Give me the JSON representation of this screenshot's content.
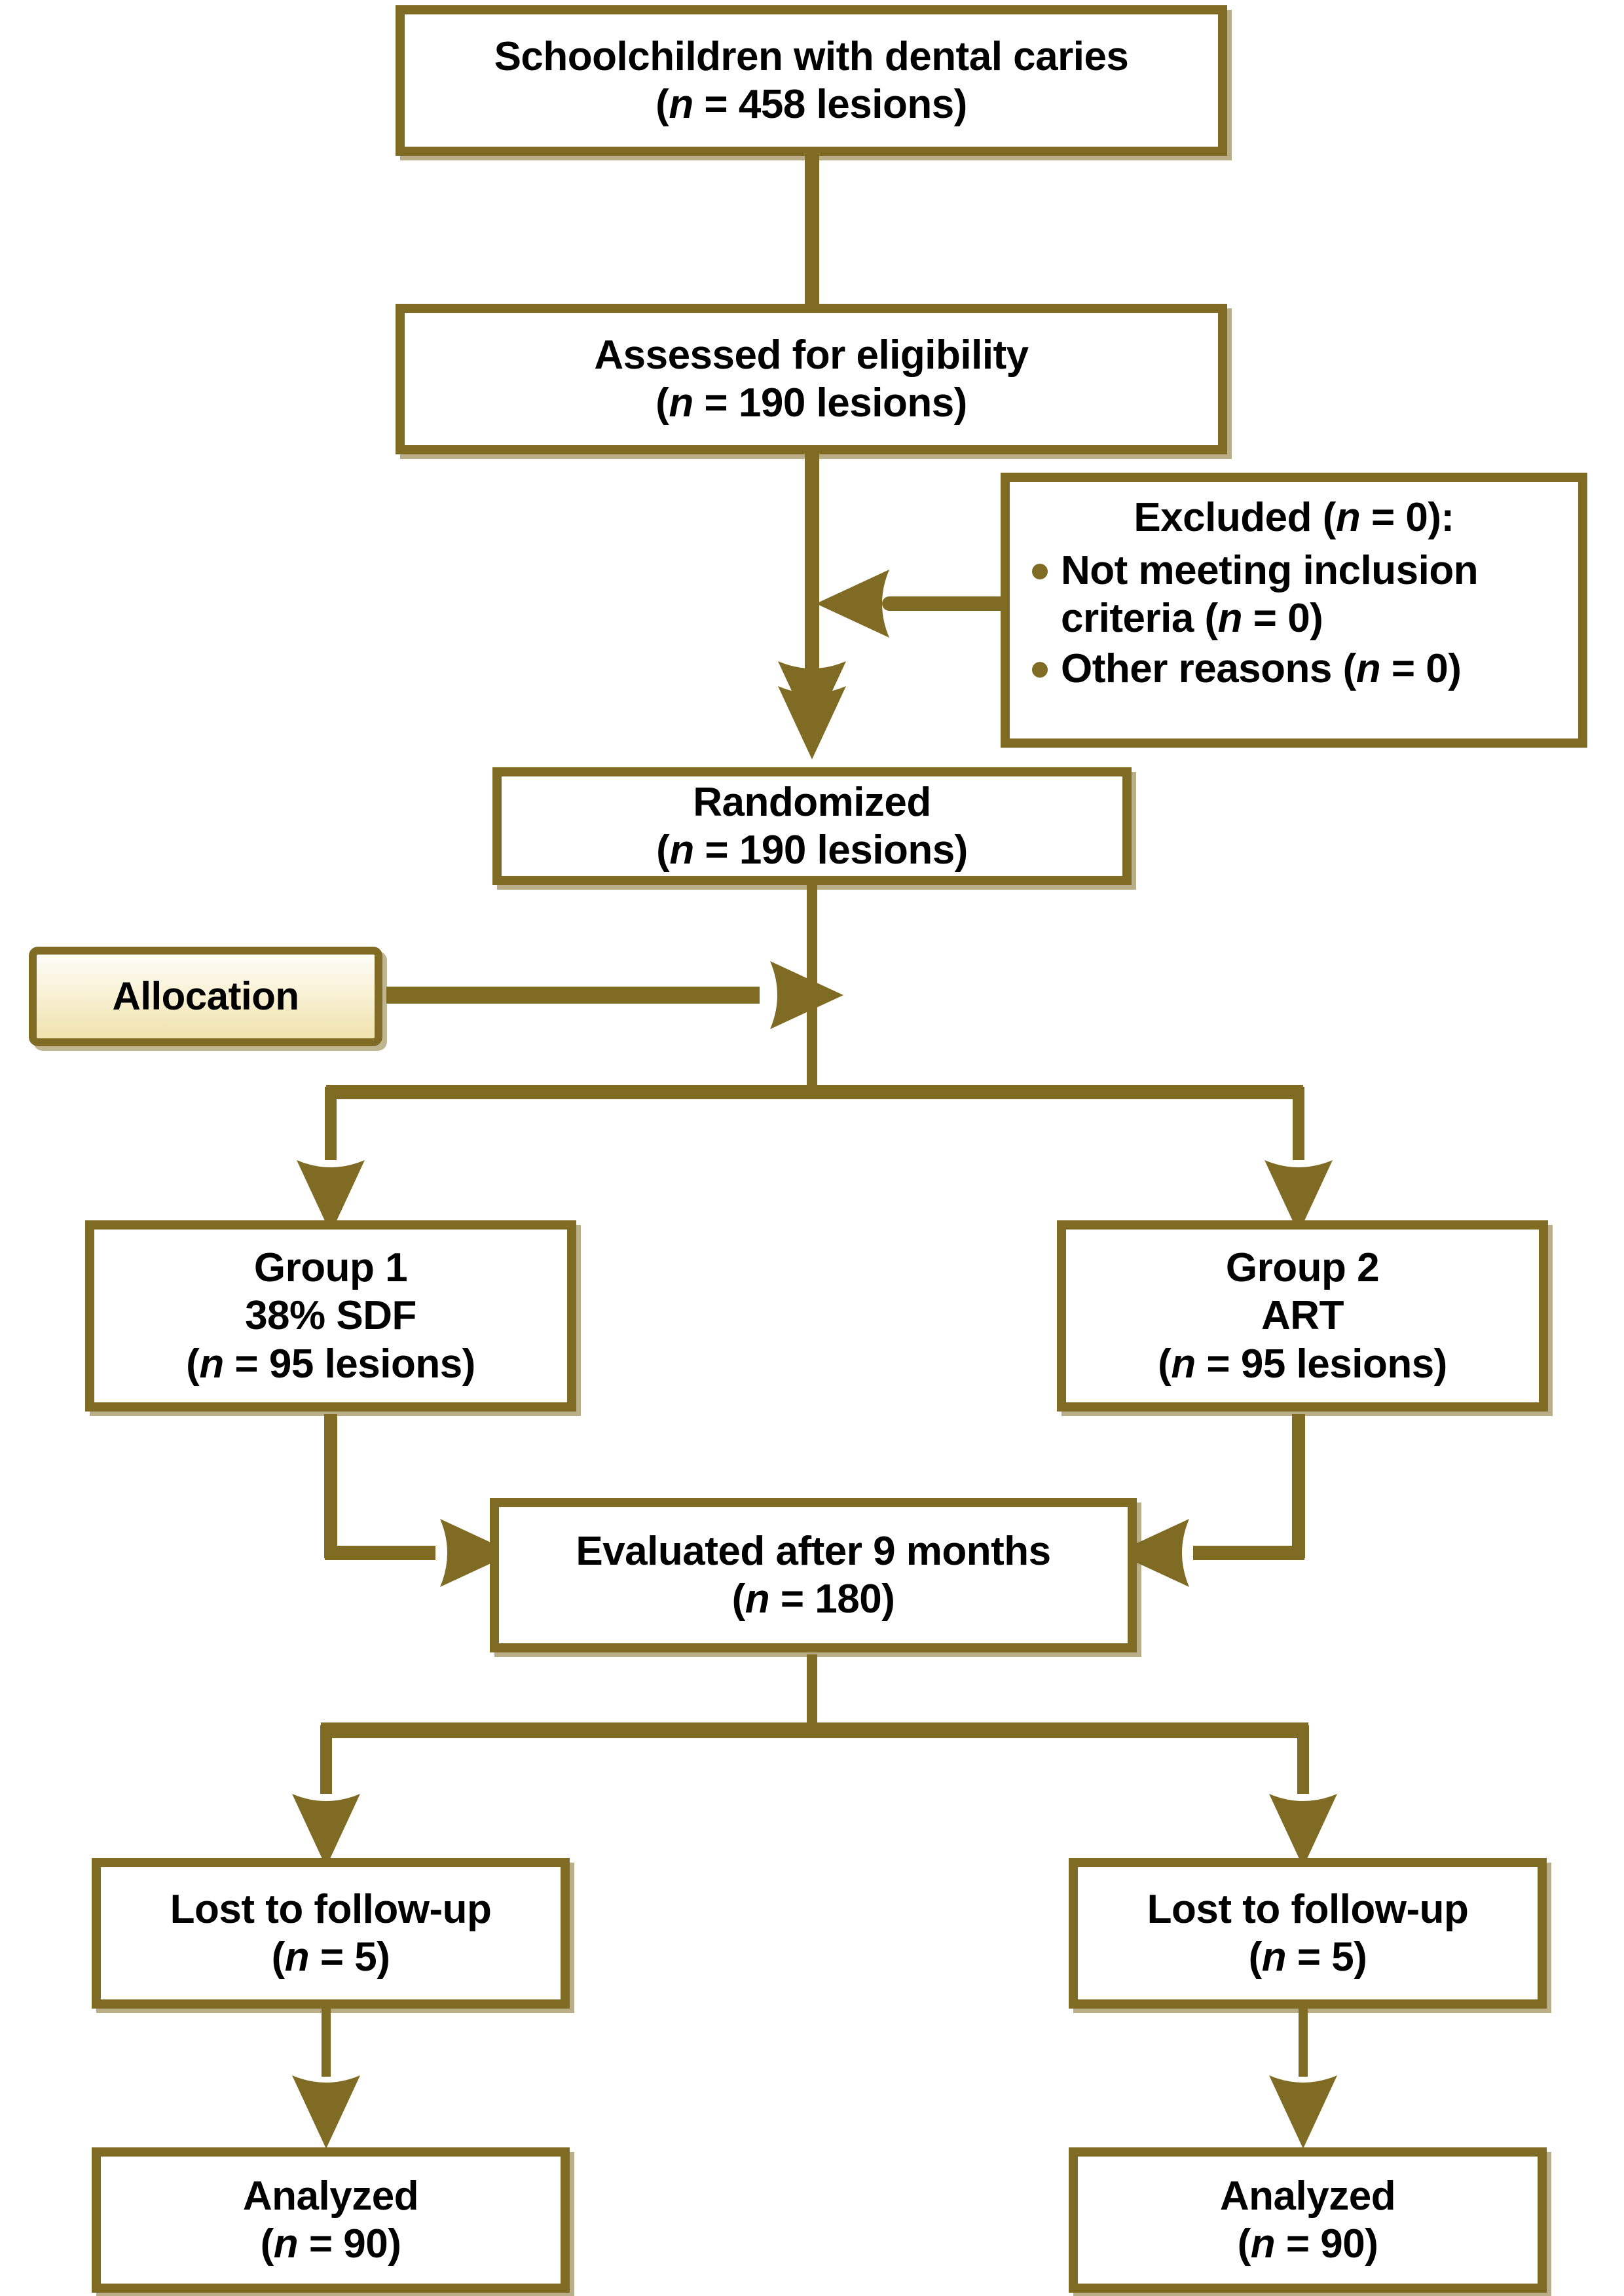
{
  "diagram": {
    "title": "CONSORT participant flow diagram",
    "colors": {
      "line": "#806B24",
      "box_border": "#806B24",
      "box_fill": "#FFFFFF",
      "allocation_fill_top": "#FEFDF8",
      "allocation_fill_bottom": "#EFE2AC",
      "text": "#000000"
    },
    "nodes": {
      "enrollment": {
        "name": "Schoolchildren with dental caries",
        "line1": "Schoolchildren with dental caries",
        "line2_pre": "(",
        "line2_italic": "n",
        "line2_post": " = 458 lesions)"
      },
      "eligibility": {
        "line1": "Assessed for eligibility",
        "line2_pre": "(",
        "line2_italic": "n",
        "line2_post": " = 190 lesions)"
      },
      "excluded": {
        "title_pre": "Excluded (",
        "title_italic": "n",
        "title_post": " = 0):",
        "items": [
          {
            "text_a": "Not meeting inclusion",
            "text_b_pre": "criteria (",
            "text_b_italic": "n",
            "text_b_post": " = 0)"
          },
          {
            "text_a": "",
            "text_b_pre": "Other reasons (",
            "text_b_italic": "n",
            "text_b_post": " = 0)"
          }
        ]
      },
      "randomized": {
        "line1": "Randomized",
        "line2_pre": "(",
        "line2_italic": "n",
        "line2_post": " = 190 lesions)"
      },
      "allocation": {
        "label": "Allocation"
      },
      "group1": {
        "line1": "Group 1",
        "line2": "38% SDF",
        "line3_pre": "(",
        "line3_italic": "n",
        "line3_post": " = 95 lesions)"
      },
      "group2": {
        "line1": "Group 2",
        "line2": "ART",
        "line3_pre": "(",
        "line3_italic": "n",
        "line3_post": " = 95 lesions)"
      },
      "evaluated": {
        "line1": "Evaluated after 9 months",
        "line2_pre": "(",
        "line2_italic": "n",
        "line2_post": " = 180)"
      },
      "lost_left": {
        "line1": "Lost to follow-up",
        "line2_pre": "(",
        "line2_italic": "n",
        "line2_post": " = 5)"
      },
      "lost_right": {
        "line1": "Lost to follow-up",
        "line2_pre": "(",
        "line2_italic": "n",
        "line2_post": " = 5)"
      },
      "analyzed_left": {
        "line1": "Analyzed",
        "line2_pre": "(",
        "line2_italic": "n",
        "line2_post": " = 90)"
      },
      "analyzed_right": {
        "line1": "Analyzed",
        "line2_pre": "(",
        "line2_italic": "n",
        "line2_post": " = 90)"
      }
    },
    "chart_data": {
      "type": "flowchart",
      "title": "CONSORT flow of lesions through the trial",
      "stages": [
        {
          "stage": "Schoolchildren with dental caries",
          "n": 458,
          "unit": "lesions"
        },
        {
          "stage": "Assessed for eligibility",
          "n": 190,
          "unit": "lesions"
        },
        {
          "stage": "Excluded",
          "n": 0,
          "unit": "lesions",
          "reasons": [
            {
              "reason": "Not meeting inclusion criteria",
              "n": 0
            },
            {
              "reason": "Other reasons",
              "n": 0
            }
          ]
        },
        {
          "stage": "Randomized",
          "n": 190,
          "unit": "lesions"
        },
        {
          "stage": "Group 1 38% SDF",
          "n": 95,
          "unit": "lesions",
          "arm": "Group 1"
        },
        {
          "stage": "Group 2 ART",
          "n": 95,
          "unit": "lesions",
          "arm": "Group 2"
        },
        {
          "stage": "Evaluated after 9 months",
          "n": 180,
          "unit": ""
        },
        {
          "stage": "Lost to follow-up (Group 1)",
          "n": 5,
          "unit": "",
          "arm": "Group 1"
        },
        {
          "stage": "Lost to follow-up (Group 2)",
          "n": 5,
          "unit": "",
          "arm": "Group 2"
        },
        {
          "stage": "Analyzed (Group 1)",
          "n": 90,
          "unit": "",
          "arm": "Group 1"
        },
        {
          "stage": "Analyzed (Group 2)",
          "n": 90,
          "unit": "",
          "arm": "Group 2"
        }
      ],
      "phases": [
        "Allocation"
      ]
    }
  }
}
